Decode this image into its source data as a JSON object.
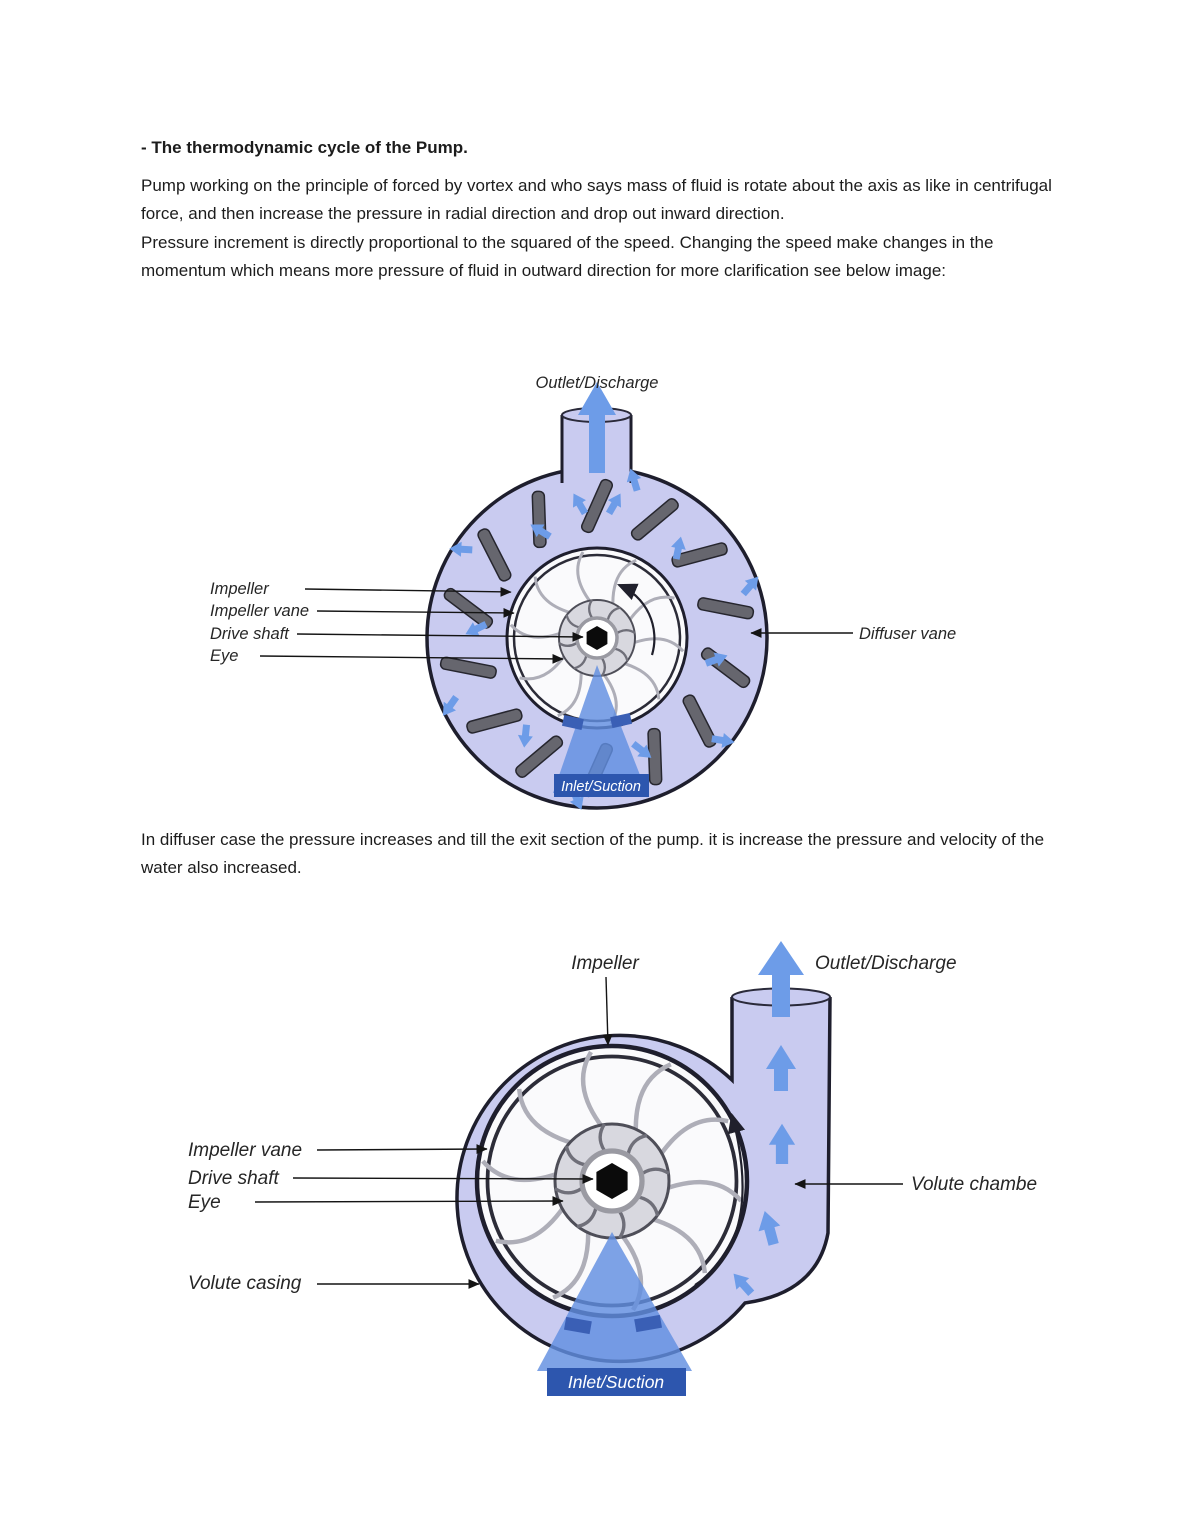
{
  "document": {
    "title": "- The thermodynamic cycle of the Pump.",
    "para1": "Pump working on the principle of forced by vortex and who says mass of fluid is rotate about the axis as like in centrifugal force, and then increase the pressure in radial direction and drop out inward direction.",
    "para2": "Pressure increment is directly proportional to the squared of the speed. Changing the speed make changes in the momentum which means more pressure of fluid in outward direction for more clarification see below image:",
    "para3": "In diffuser case the pressure increases and till the exit section of the pump. it is increase the pressure and velocity of the water also increased."
  },
  "fig1": {
    "labels": {
      "outlet": "Outlet/Discharge",
      "impeller": "Impeller",
      "impeller_vane": "Impeller vane",
      "drive_shaft": "Drive shaft",
      "eye": "Eye",
      "diffuser_vane": "Diffuser vane",
      "inlet": "Inlet/Suction"
    }
  },
  "fig2": {
    "labels": {
      "impeller": "Impeller",
      "outlet": "Outlet/Discharge",
      "impeller_vane": "Impeller vane",
      "drive_shaft": "Drive shaft",
      "eye": "Eye",
      "volute_chamber": "Volute chambe",
      "volute_casing": "Volute casing",
      "inlet": "Inlet/Suction"
    }
  },
  "colors": {
    "casing_fill": "#c9cbf0",
    "casing_outline": "#1e1e2d",
    "flow_arrow_blue": "#6d9ce8",
    "inlet_flow_blue": "#628fe0",
    "inlet_label_bg": "#2d56ae",
    "vane_gray": "#66666e",
    "text": "#1c1c1c"
  }
}
